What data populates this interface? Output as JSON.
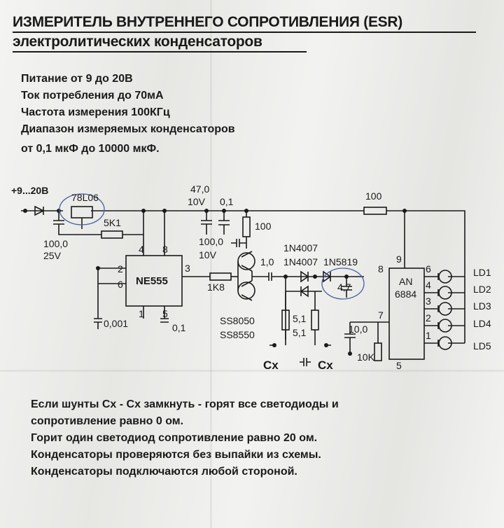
{
  "title": {
    "line1": "ИЗМЕРИТЕЛЬ ВНУТРЕННЕГО СОПРОТИВЛЕНИЯ (ESR)",
    "line2": "электролитических конденсаторов"
  },
  "specs": [
    "Питание от 9 до 20В",
    "Ток потребления до 70мА",
    "Частота измерения 100КГц",
    "Диапазон измеряемых конденсаторов",
    "от 0,1 мкФ до 10000 мкФ."
  ],
  "schematic": {
    "supply": "+9...20В",
    "regulator": "78L06",
    "c_in": "100,0",
    "c_in_v": "25V",
    "r_5k1": "5K1",
    "c_47": "47,0",
    "c_47_v": "10V",
    "c_01_top": "0,1",
    "r_100_v": "100",
    "c_100": "100,0",
    "c_100_v": "10V",
    "timer": "NE555",
    "pin4": "4",
    "pin8": "8",
    "pin2": "2",
    "pin6": "6",
    "pin3": "3",
    "pin1": "1",
    "pin5": "5",
    "c_001": "0,001",
    "c_01_bot": "0,1",
    "r_1k8": "1K8",
    "c_10": "1,0",
    "d1": "1N4007",
    "d2": "1N4007",
    "d3": "1N5819",
    "c_47b": "4,7",
    "q1": "SS8050",
    "q2": "SS8550",
    "r_51a": "5,1",
    "r_51b": "5,1",
    "cx_left": "Cx",
    "cx_right": "Cx",
    "r_100_h": "100",
    "ic": "AN",
    "ic_num": "6884",
    "ic_p9": "9",
    "ic_p8": "8",
    "ic_p7": "7",
    "ic_p5": "5",
    "ic_p6": "6",
    "ic_p4": "4",
    "ic_p3": "3",
    "ic_p2": "2",
    "ic_p1": "1",
    "c_100b": "10,0",
    "r_10k": "10K",
    "leds": [
      "LD1",
      "LD2",
      "LD3",
      "LD4",
      "LD5"
    ]
  },
  "notes": [
    "Если шунты Cx - Cx замкнуть - горят все светодиоды и",
    "сопротивление равно 0 ом.",
    "Горит один светодиод сопротивление равно 20 ом.",
    "Конденсаторы проверяются без выпайки из схемы.",
    "Конденсаторы подключаются любой стороной."
  ]
}
